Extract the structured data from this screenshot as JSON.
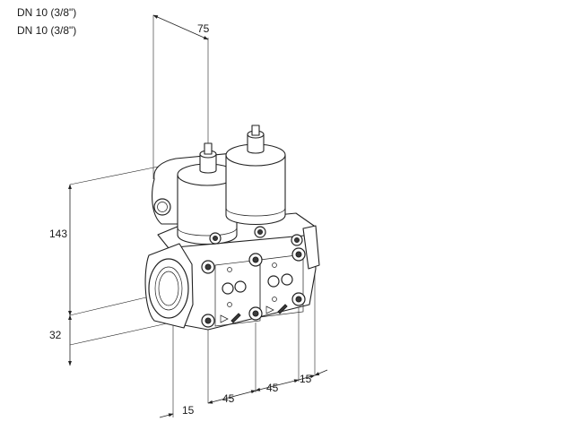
{
  "header": {
    "line1": "DN 10 (3/8\")",
    "line2": "DN 10 (3/8\")"
  },
  "dimensions": {
    "top_width": "75",
    "height": "143",
    "inlet_height": "32",
    "offset_left": "15",
    "spacing_1": "45",
    "spacing_2": "45",
    "offset_right": "15"
  }
}
